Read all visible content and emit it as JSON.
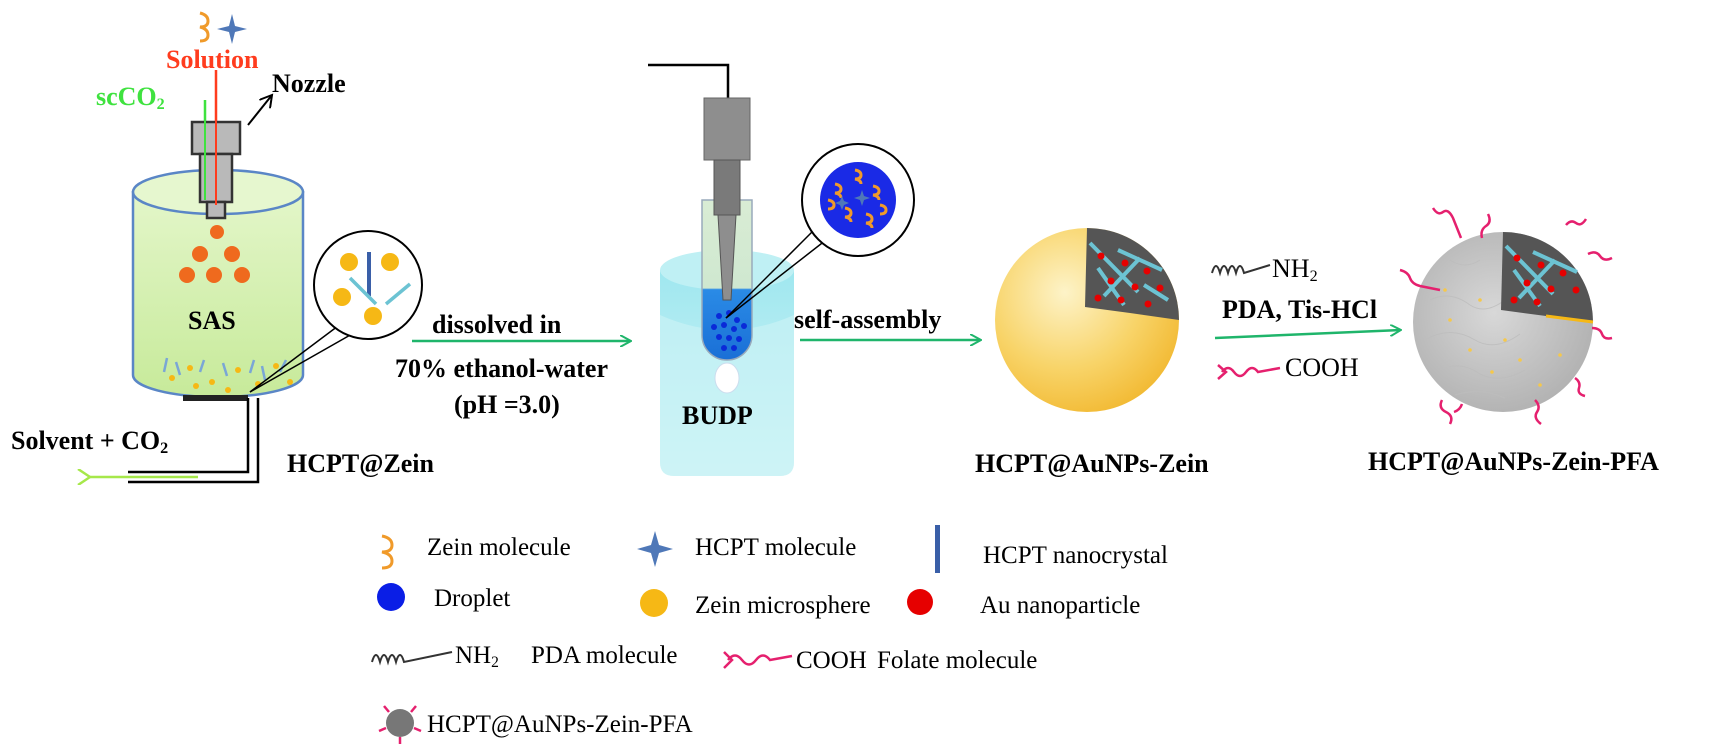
{
  "colors": {
    "solution_red": "#ff3c1e",
    "scco2_green": "#3fe23f",
    "arrow_green": "#1fb56b",
    "vessel_fill": "#d6f0b2",
    "vessel_stroke": "#5a86c6",
    "orange_particle": "#ef6a1e",
    "zein_yellow": "#f6b815",
    "droplet_blue": "#0a1ee6",
    "au_red": "#e60000",
    "hcpt_blue": "#4f78b8",
    "crystal_cyan": "#6cc3d3",
    "folate_pink": "#e5206e",
    "dark_gray": "#555555"
  },
  "sas_stage": {
    "solution_label": "Solution",
    "scco2_label": "scCO",
    "scco2_sub": "2",
    "nozzle_label": "Nozzle",
    "vessel_label": "SAS",
    "exhaust_label": "Solvent + CO",
    "exhaust_sub": "2",
    "product_label": "HCPT@Zein"
  },
  "step1": {
    "line1": "dissolved in",
    "line2": "70% ethanol-water",
    "line3": "(pH =3.0)"
  },
  "budp_stage": {
    "vessel_label": "BUDP"
  },
  "step2": {
    "label": "self-assembly"
  },
  "aunps_stage": {
    "product_label": "HCPT@AuNPs-Zein"
  },
  "step3": {
    "reagent_group": "NH",
    "reagent_group_sub": "2",
    "reagent_names": "PDA, Tis-HCl",
    "folate_group": "COOH"
  },
  "final_stage": {
    "product_label": "HCPT@AuNPs-Zein-PFA"
  },
  "legend": {
    "zein_molecule": "Zein molecule",
    "hcpt_molecule": "HCPT molecule",
    "hcpt_nanocrystal": "HCPT nanocrystal",
    "droplet": "Droplet",
    "zein_microsphere": "Zein microsphere",
    "au_nanoparticle": "Au nanoparticle",
    "pda_group": "NH",
    "pda_group_sub": "2",
    "pda_molecule": "PDA molecule",
    "folate_group": "COOH",
    "folate_molecule": "Folate molecule",
    "final_product": "HCPT@AuNPs-Zein-PFA"
  }
}
